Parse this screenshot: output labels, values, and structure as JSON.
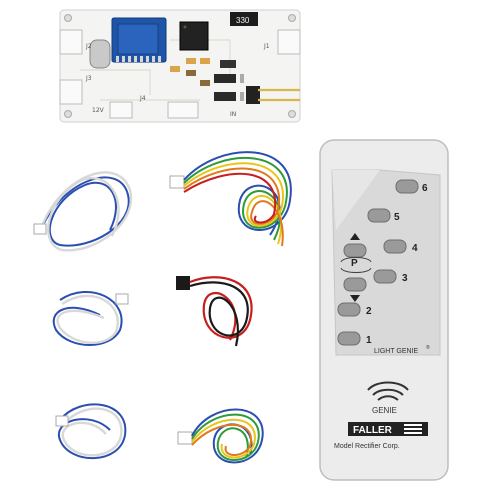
{
  "board": {
    "chip_label": "330",
    "connector_labels": [
      "J2",
      "J1",
      "J3",
      "J4",
      "12V",
      "IN"
    ]
  },
  "remote": {
    "buttons": [
      "6",
      "5",
      "4",
      "3",
      "2",
      "1"
    ],
    "p_label": "P",
    "brand_label": "LIGHT GENIE",
    "reg_mark": "®",
    "genie_label": "GENIE",
    "logo_text": "FALLER",
    "footer_text": "Model Rectifier Corp."
  },
  "colors": {
    "board": "#f4f4f2",
    "remote_body": "#ececec",
    "remote_panel": "#d9d9d9",
    "button": "#9a9a9a",
    "cable_blue": "#2a4fb0",
    "cable_white": "#e8e8e8",
    "cable_red": "#c81e1e",
    "cable_black": "#1a1a1a",
    "cable_yellow": "#e8c51a",
    "cable_green": "#2f9a3a",
    "cable_orange": "#e07a1e"
  }
}
